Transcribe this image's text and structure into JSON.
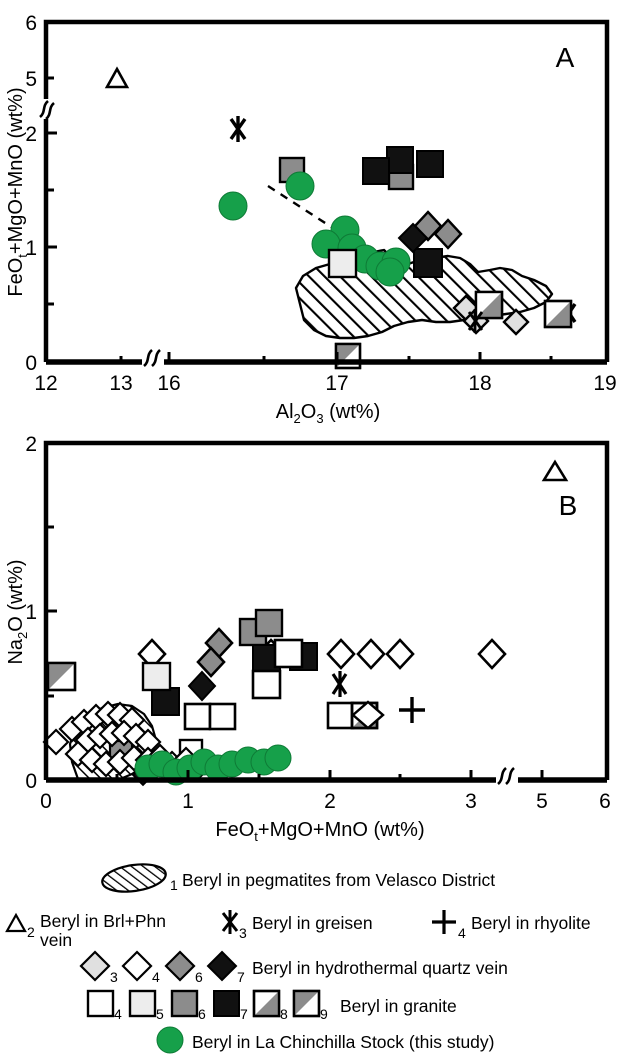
{
  "figure": {
    "title": "",
    "panels": [
      "A",
      "B"
    ]
  },
  "panelA": {
    "label": "A",
    "xlabel_parts": {
      "main1": "Al",
      "sub1": "2",
      "main2": "O",
      "sub2": "3",
      "tail": " (wt%)"
    },
    "xlabel": "Al2O3 (wt%)",
    "ylabel": "FeOt+MgO+MnO (wt%)",
    "ylabel_parts": {
      "pre": "FeO",
      "sub": "t",
      "post": "+MgO+MnO (wt%)"
    },
    "xticks": [
      "12",
      "13",
      "16",
      "17",
      "18",
      "19"
    ],
    "yticks": [
      "0",
      "1",
      "2",
      "5",
      "6"
    ],
    "x_axis_break": true,
    "y_axis_break": true,
    "xlim_segments": [
      [
        12,
        13.5
      ],
      [
        15.5,
        19
      ]
    ],
    "ylim_segments": [
      [
        0,
        2.25
      ],
      [
        4.75,
        6
      ]
    ]
  },
  "panelB": {
    "label": "B",
    "xlabel": "FeOt+MgO+MnO (wt%)",
    "xlabel_parts": {
      "pre": "FeO",
      "sub": "t",
      "post": "+MgO+MnO (wt%)"
    },
    "ylabel": "Na2O (wt%)",
    "ylabel_parts": {
      "pre": "Na",
      "sub": "2",
      "post": "O (wt%)"
    },
    "xticks": [
      "0",
      "1",
      "2",
      "3",
      "5",
      "6"
    ],
    "yticks": [
      "0",
      "1",
      "2"
    ],
    "x_axis_break": true,
    "xlim_segments": [
      [
        0,
        3.3
      ],
      [
        4.7,
        6
      ]
    ],
    "ylim": [
      0,
      2
    ]
  },
  "legend": {
    "rows": [
      {
        "items": [
          {
            "symbol": "hatched-ellipse",
            "num": "1"
          }
        ],
        "text": "Beryl in pegmatites from Velasco District"
      },
      {
        "items": [
          {
            "symbol": "triangle-open",
            "num": "2"
          }
        ],
        "text": "Beryl in Brl+Phn",
        "text2": "vein"
      },
      {
        "items": [
          {
            "symbol": "asterisk",
            "num": "3"
          }
        ],
        "text": "Beryl in greisen"
      },
      {
        "items": [
          {
            "symbol": "plus",
            "num": "4"
          }
        ],
        "text": "Beryl in rhyolite"
      },
      {
        "items": [
          {
            "symbol": "diamond-lightgray",
            "num": "3"
          },
          {
            "symbol": "diamond-white",
            "num": "4"
          },
          {
            "symbol": "diamond-gray",
            "num": "6"
          },
          {
            "symbol": "diamond-black",
            "num": "7"
          }
        ],
        "text": "Beryl in hydrothermal quartz vein"
      },
      {
        "items": [
          {
            "symbol": "square-white",
            "num": "4"
          },
          {
            "symbol": "square-lightgray",
            "num": "5"
          },
          {
            "symbol": "square-gray",
            "num": "6"
          },
          {
            "symbol": "square-black",
            "num": "7"
          },
          {
            "symbol": "square-half-gray-lower",
            "num": "8"
          },
          {
            "symbol": "square-half-gray-upper",
            "num": "9"
          }
        ],
        "text": "Beryl in granite"
      },
      {
        "items": [
          {
            "symbol": "circle-green",
            "num": ""
          }
        ],
        "text": "Beryl in La Chinchilla Stock (this study)"
      }
    ]
  },
  "colors": {
    "green": "#16A04A",
    "green_stroke": "#0E7B36",
    "gray": "#8C8C8C",
    "lightgray": "#E0E0E0",
    "black": "#111111",
    "white": "#FFFFFF",
    "axis": "#000000"
  },
  "chart_data": [
    {
      "type": "scatter",
      "title": "A",
      "xlabel": "Al2O3 (wt%)",
      "ylabel": "FeOt+MgO+MnO (wt%)",
      "xlim": [
        12,
        19
      ],
      "ylim": [
        0,
        6
      ],
      "xticks": [
        12,
        13,
        16,
        17,
        18,
        19
      ],
      "yticks": [
        0,
        1,
        2,
        5,
        6
      ],
      "axis_breaks": {
        "x": [
          13.5,
          15.5
        ],
        "y": [
          2.25,
          4.75
        ]
      },
      "grid": false,
      "legend_position": "below-figure",
      "annotations": [
        {
          "type": "dashed-trend-line",
          "from": [
            16.72,
            1.31
          ],
          "to": [
            17.24,
            0.95
          ]
        },
        {
          "type": "field",
          "name": "Beryl in pegmatites from Velasco District",
          "style": "hatched"
        }
      ],
      "series": [
        {
          "name": "Beryl in Brl+Phn vein (2)",
          "marker": "triangle-open",
          "points": [
            [
              12.9,
              5.05
            ]
          ]
        },
        {
          "name": "Beryl in greisen (3)",
          "marker": "asterisk",
          "points": [
            [
              16.36,
              2.14
            ],
            [
              18.63,
              0.46
            ]
          ]
        },
        {
          "name": "Beryl in granite (5) light gray",
          "marker": "square-lightgray",
          "points": [
            [
              17.21,
              0.82
            ]
          ]
        },
        {
          "name": "Beryl in granite (6) gray",
          "marker": "square-gray",
          "points": [
            [
              16.78,
              1.51
            ],
            [
              17.49,
              1.42
            ]
          ]
        },
        {
          "name": "Beryl in granite (7) black",
          "marker": "square-black",
          "points": [
            [
              17.55,
              1.78
            ],
            [
              17.34,
              1.51
            ],
            [
              18.13,
              0.82
            ]
          ]
        },
        {
          "name": "Beryl in granite (8) half gray",
          "marker": "square-half-gray-lower",
          "points": [
            [
              17.36,
              0.06
            ],
            [
              18.05,
              0.53
            ],
            [
              18.55,
              0.43
            ]
          ]
        },
        {
          "name": "Beryl in granite (4) white",
          "marker": "square-white",
          "points": [
            [
              18.02,
              0.52
            ],
            [
              18.52,
              0.43
            ]
          ]
        },
        {
          "name": "Beryl in hydrothermal quartz vein (6) gray",
          "marker": "diamond-gray",
          "points": [
            [
              17.57,
              1.25
            ],
            [
              17.71,
              1.2
            ]
          ]
        },
        {
          "name": "Beryl in hydrothermal quartz vein (7) black",
          "marker": "diamond-black",
          "points": [
            [
              17.53,
              1.19
            ]
          ]
        },
        {
          "name": "Beryl in hydrothermal quartz vein (3) light gray",
          "marker": "diamond-lightgray",
          "points": [
            [
              17.95,
              0.5
            ],
            [
              18.0,
              0.42
            ],
            [
              18.25,
              0.41
            ]
          ]
        },
        {
          "name": "Beryl in La Chinchilla Stock (this study)",
          "marker": "circle-green",
          "points": [
            [
              16.64,
              1.11
            ],
            [
              17.06,
              1.28
            ],
            [
              17.27,
              0.94
            ],
            [
              17.17,
              0.85
            ],
            [
              17.25,
              0.8
            ],
            [
              17.34,
              0.72
            ],
            [
              17.39,
              0.66
            ],
            [
              17.46,
              0.68
            ],
            [
              17.44,
              0.62
            ]
          ]
        }
      ]
    },
    {
      "type": "scatter",
      "title": "B",
      "xlabel": "FeOt+MgO+MnO (wt%)",
      "ylabel": "Na2O (wt%)",
      "xlim": [
        0,
        6
      ],
      "ylim": [
        0,
        2
      ],
      "xticks": [
        0,
        1,
        2,
        3,
        5,
        6
      ],
      "yticks": [
        0,
        1,
        2
      ],
      "axis_breaks": {
        "x": [
          3.3,
          4.7
        ]
      },
      "grid": false,
      "legend_position": "below-figure",
      "annotations": [
        {
          "type": "field",
          "name": "Beryl in pegmatites from Velasco District",
          "style": "hatched"
        }
      ],
      "series": [
        {
          "name": "Beryl in Brl+Phn vein (2)",
          "marker": "triangle-open",
          "points": [
            [
              5.05,
              1.89
            ]
          ]
        },
        {
          "name": "Beryl in greisen (3)",
          "marker": "asterisk",
          "points": [
            [
              2.12,
              0.68
            ]
          ]
        },
        {
          "name": "Beryl in rhyolite (4)",
          "marker": "plus",
          "points": [
            [
              2.5,
              0.43
            ]
          ]
        },
        {
          "name": "Beryl in hydrothermal quartz vein (4) white",
          "marker": "diamond-white",
          "points": [
            [
              0.66,
              0.95
            ],
            [
              1.38,
              0.94
            ],
            [
              2.02,
              0.95
            ],
            [
              2.2,
              0.95
            ],
            [
              2.38,
              0.95
            ],
            [
              3.12,
              0.95
            ],
            [
              0.07,
              0.2
            ],
            [
              0.22,
              0.21
            ],
            [
              0.3,
              0.29
            ],
            [
              0.36,
              0.42
            ],
            [
              0.44,
              0.45
            ],
            [
              0.52,
              0.44
            ],
            [
              0.58,
              0.34
            ],
            [
              0.62,
              0.28
            ],
            [
              0.7,
              0.25
            ],
            [
              0.8,
              0.26
            ],
            [
              0.92,
              0.24
            ],
            [
              1.02,
              0.25
            ],
            [
              1.15,
              0.22
            ],
            [
              0.26,
              0.43
            ],
            [
              0.33,
              0.38
            ],
            [
              0.4,
              0.33
            ],
            [
              0.47,
              0.3
            ],
            [
              0.54,
              0.27
            ]
          ]
        },
        {
          "name": "Beryl in hydrothermal quartz vein (6) gray",
          "marker": "diamond-gray",
          "points": [
            [
              1.0,
              1.0
            ],
            [
              0.93,
              0.9
            ]
          ]
        },
        {
          "name": "Beryl in hydrothermal quartz vein (7) black",
          "marker": "diamond-black",
          "points": [
            [
              1.02,
              0.7
            ],
            [
              0.74,
              0.13
            ]
          ]
        },
        {
          "name": "Beryl in granite (6) gray",
          "marker": "square-gray",
          "points": [
            [
              1.3,
              1.03
            ],
            [
              1.44,
              1.08
            ],
            [
              0.44,
              0.33
            ],
            [
              0.44,
              0.22
            ]
          ]
        },
        {
          "name": "Beryl in granite (7) black",
          "marker": "square-black",
          "points": [
            [
              1.36,
              0.87
            ],
            [
              1.66,
              0.9
            ],
            [
              0.78,
              0.55
            ]
          ]
        },
        {
          "name": "Beryl in granite (5) light gray",
          "marker": "square-lightgray",
          "points": [
            [
              0.72,
              0.72
            ]
          ]
        },
        {
          "name": "Beryl in granite (4) white",
          "marker": "square-white",
          "points": [
            [
              1.5,
              0.93
            ],
            [
              1.34,
              0.68
            ],
            [
              0.96,
              0.43
            ],
            [
              1.08,
              0.43
            ],
            [
              2.02,
              0.43
            ],
            [
              0.93,
              0.22
            ]
          ]
        },
        {
          "name": "Beryl in granite (9) half gray upper",
          "marker": "square-half-gray-upper",
          "points": [
            [
              0.08,
              0.77
            ],
            [
              0.41,
              0.38
            ],
            [
              0.43,
              0.27
            ]
          ]
        },
        {
          "name": "Beryl in granite (8) half gray lower",
          "marker": "square-half-gray-lower",
          "points": [
            [
              2.13,
              0.43
            ]
          ]
        },
        {
          "name": "Beryl in La Chinchilla Stock (this study)",
          "marker": "circle-green",
          "points": [
            [
              0.62,
              0.12
            ],
            [
              0.66,
              0.15
            ],
            [
              0.72,
              0.08
            ],
            [
              0.8,
              0.1
            ],
            [
              0.86,
              0.14
            ],
            [
              0.94,
              0.09
            ],
            [
              1.0,
              0.12
            ],
            [
              1.08,
              0.14
            ],
            [
              1.18,
              0.13
            ],
            [
              1.26,
              0.15
            ]
          ]
        }
      ]
    }
  ]
}
